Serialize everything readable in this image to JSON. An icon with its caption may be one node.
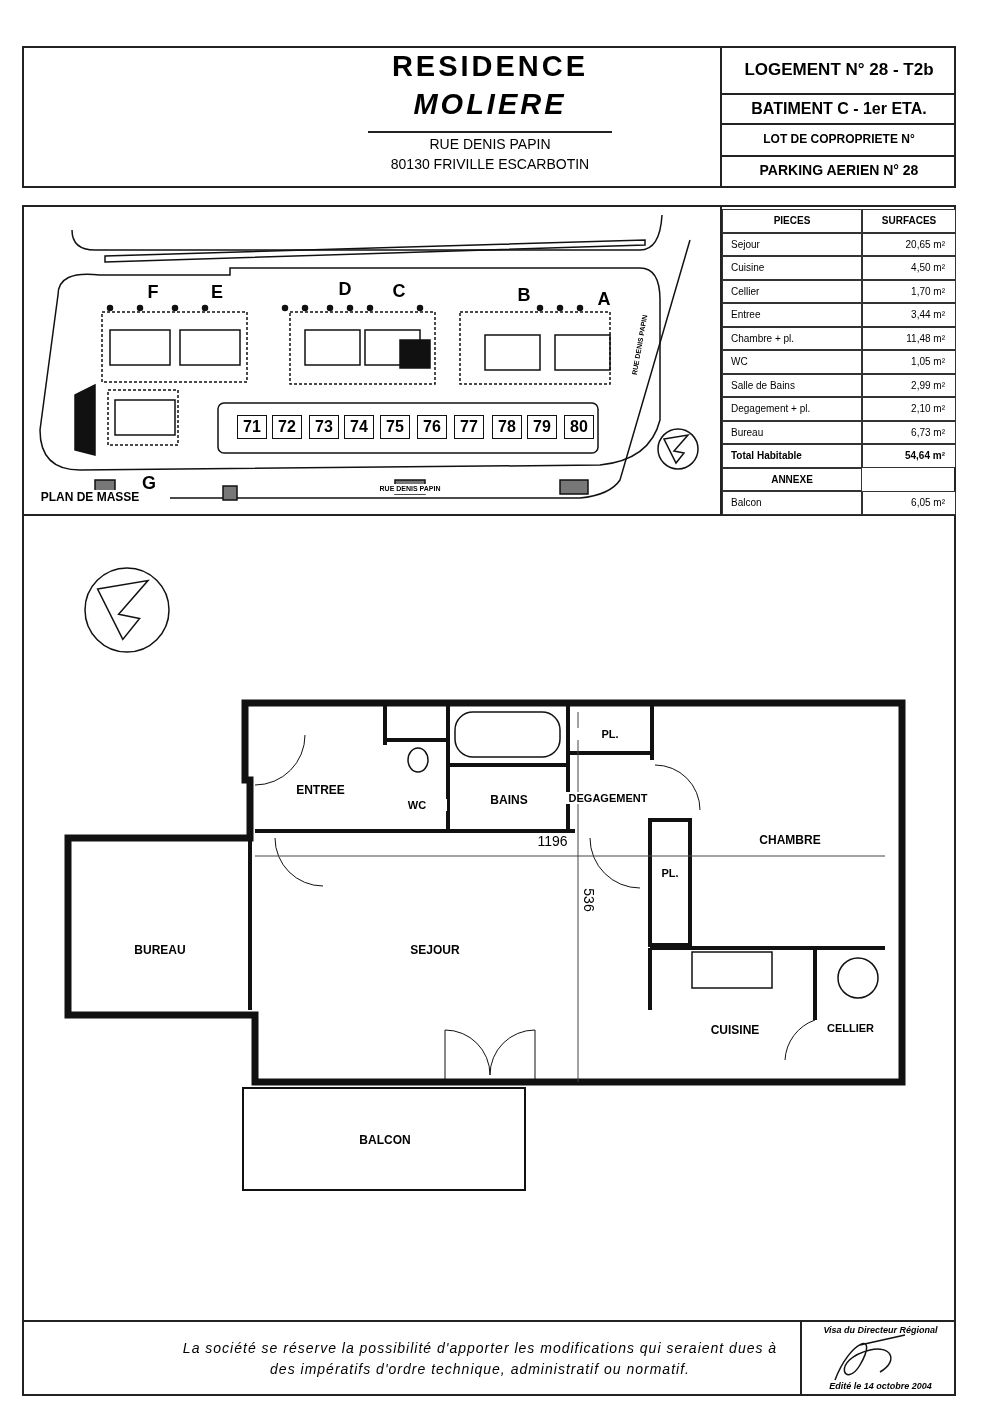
{
  "diagram": {
    "title": "RESIDENCE *MOLIERE*",
    "nodes": [
      {
        "text": [
          "ENTREE"
        ]
      },
      {
        "text": [
          "WC"
        ]
      },
      {
        "text": [
          "BAINS"
        ]
      },
      {
        "text": [
          "PL."
        ]
      },
      {
        "text": [
          "DEGAGEMENT"
        ]
      },
      {
        "text": [
          "CHAMBRE"
        ]
      },
      {
        "text": [
          "PL."
        ]
      },
      {
        "text": [
          "BUREAU"
        ]
      },
      {
        "text": [
          "SEJOUR"
        ]
      },
      {
        "text": [
          "CUISINE"
        ]
      },
      {
        "text": [
          "CELLIER"
        ]
      },
      {
        "text": [
          "BALCON"
        ]
      }
    ],
    "labels": [
      "RUE DENIS PAPIN",
      "80130 FRIVILLE ESCARBOTIN",
      "LOGEMENT N° 28 - T2b",
      "BATIMENT C - 1er ETA.",
      "LOT DE COPROPRIETE N°",
      "PARKING AERIEN N° 28",
      "F",
      "E",
      "D",
      "C",
      "B",
      "A",
      "71",
      "72",
      "73",
      "74",
      "75",
      "76",
      "77",
      "78",
      "79",
      "80",
      "G",
      "RUE DENIS PAPIN",
      "RUE DENIS PAPIN",
      "PLAN DE MASSE",
      "PIECES",
      "SURFACES",
      "Sejour",
      "20,65 m²",
      "Cuisine",
      "4,50 m²",
      "Cellier",
      "1,70 m²",
      "Entree",
      "3,44 m²",
      "Chambre + pl.",
      "11,48 m²",
      "WC",
      "1,05 m²",
      "Salle de Bains",
      "2,99 m²",
      "Degagement + pl.",
      "2,10 m²",
      "Bureau",
      "6,73 m²",
      "Total Habitable",
      "54,64 m²",
      "ANNEXE",
      "Balcon",
      "6,05 m²",
      "1196",
      "536",
      "La société se réserve la possibilité d'apporter les modifications qui seraient dues à des impératifs d'ordre technique, administratif ou normatif.",
      "Visa du Directeur Régional",
      "Edité le 14 octobre 2004"
    ]
  }
}
